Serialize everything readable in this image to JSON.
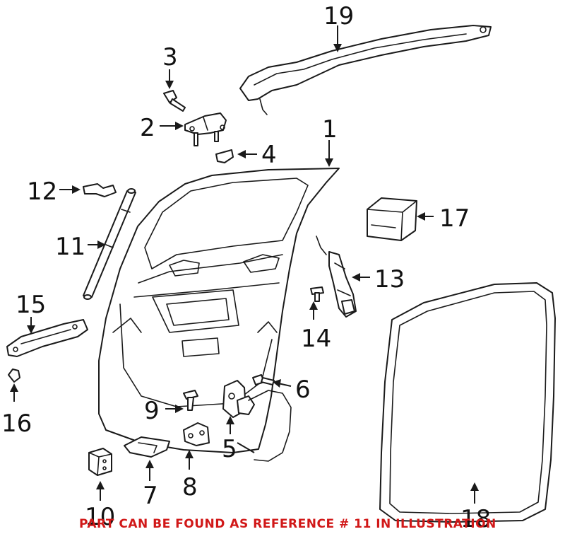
{
  "callouts": {
    "c1": "1",
    "c2": "2",
    "c3": "3",
    "c4": "4",
    "c5": "5",
    "c6": "6",
    "c7": "7",
    "c8": "8",
    "c9": "9",
    "c10": "10",
    "c11": "11",
    "c12": "12",
    "c13": "13",
    "c14": "14",
    "c15": "15",
    "c16": "16",
    "c17": "17",
    "c18": "18",
    "c19": "19"
  },
  "notice": "PART CAN BE FOUND AS REFERENCE # 11 IN ILLUSTRATION",
  "colors": {
    "line": "#1a1a1a",
    "notice": "#d11818",
    "background": "#ffffff"
  }
}
